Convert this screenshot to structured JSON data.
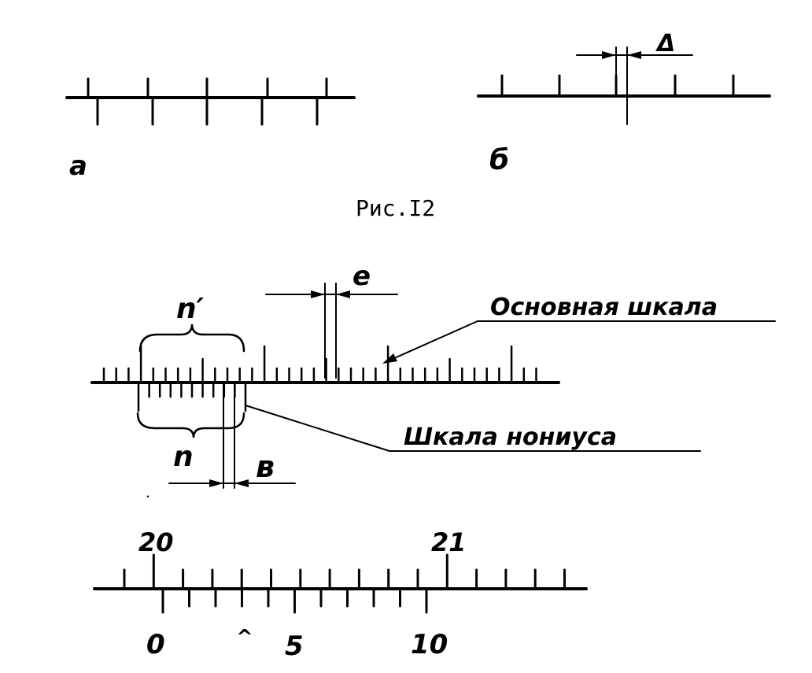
{
  "figure_a": {
    "label": "а"
  },
  "figure_b": {
    "label": "б",
    "delta_label": "Δ"
  },
  "caption": "Рис.I2",
  "vernier": {
    "label_e": "е",
    "label_n_prime": "n′",
    "label_n": "n",
    "label_v": "в",
    "main_scale_label": "Основная шкала",
    "vernier_scale_label": "Шкала нониуса"
  },
  "reading": {
    "main_numbers": [
      "20",
      "21"
    ],
    "vernier_numbers": [
      "0",
      "5",
      "10"
    ],
    "coincidence_mark": "^"
  }
}
